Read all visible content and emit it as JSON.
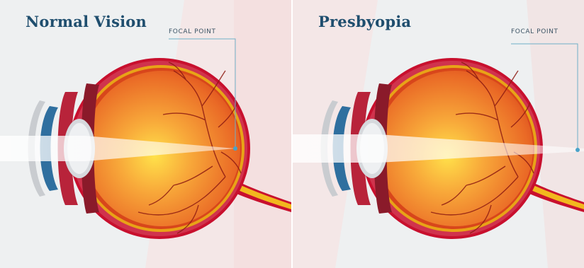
{
  "panels": [
    {
      "title": "Normal Vision",
      "focal_label": "FOCAL POINT"
    },
    {
      "title": "Presbyopia",
      "focal_label": "FOCAL POINT"
    }
  ],
  "colors": {
    "title": "#1f4e6e",
    "focal_label": "#3d5566",
    "leader_line": "#6fb0c8",
    "focal_dot": "#4aa3c9",
    "bg_light": "#eef0f1",
    "bg_band": "#f6dada",
    "sclera_outer": "#c8102e",
    "choroid": "#e8a317",
    "retina_inner": "#e15a1f",
    "vitreous_center": "#ffd23a",
    "iris": "#b8233a",
    "cornea": "#2f6f9f",
    "lens": "#d6d9dd",
    "vessel": "#8e1b12",
    "optic_nerve": "#f2b81e",
    "light_beam": "#ffffff"
  }
}
